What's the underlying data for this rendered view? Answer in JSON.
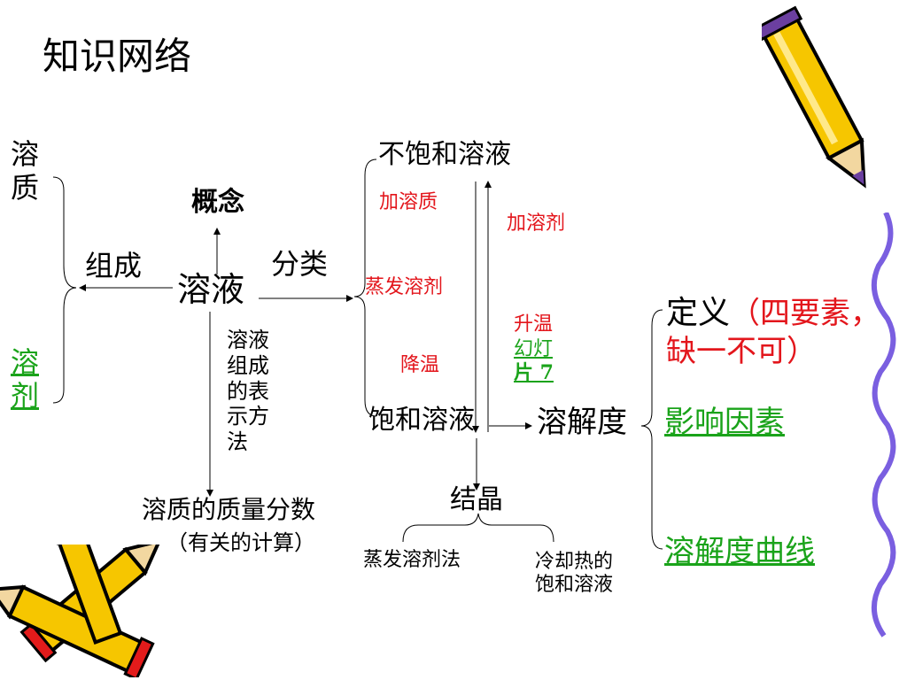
{
  "title": "知识网络",
  "left": {
    "solute": "溶质",
    "solvent": "溶剂",
    "composition": "组成",
    "concept": "概念",
    "solution": "溶液",
    "classification": "分类"
  },
  "composition_method": [
    "溶液",
    "组成",
    "的表",
    "示方",
    "法"
  ],
  "mass_fraction": {
    "label": "溶质的质量分数",
    "sub": "（有关的计算）"
  },
  "middle": {
    "unsaturated": "不饱和溶液",
    "add_solute": "加溶质",
    "add_solvent": "加溶剂",
    "evaporate": "蒸发溶剂",
    "heat": "升温",
    "slide_link": [
      "幻灯",
      "片 7"
    ],
    "cool": "降温",
    "saturated": "饱和溶液",
    "crystallization": "结晶",
    "evaporation_method": "蒸发溶剂法",
    "cooling_method": [
      "冷却热的",
      "饱和溶液"
    ]
  },
  "right": {
    "solubility": "溶解度",
    "definition": "定义",
    "definition_note": "（四要素，缺一不可）",
    "factors": "影响因素",
    "curve": "溶解度曲线"
  },
  "colors": {
    "red": "#e3161c",
    "green": "#1aa31a",
    "pencil_yellow": "#f6c600",
    "pencil_outline": "#000000",
    "pencil_purple": "#6b3fa0"
  },
  "icons": [
    "pencil-icon",
    "pencils-icon",
    "wavy-line-icon"
  ]
}
